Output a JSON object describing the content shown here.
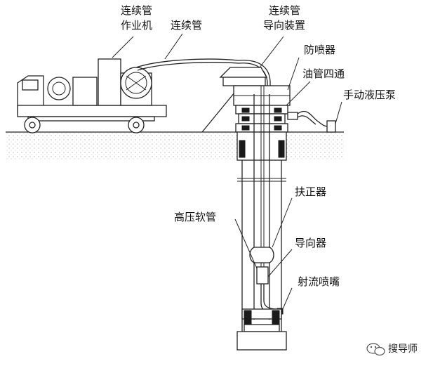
{
  "labels": {
    "coiled_tubing_unit_line1": "连续管",
    "coiled_tubing_unit_line2": "作业机",
    "coiled_tubing": "连续管",
    "guide_device_line1": "连续管",
    "guide_device_line2": "导向装置",
    "bop": "防喷器",
    "tubing_cross": "油管四通",
    "hand_pump": "手动液压泵",
    "centralizer": "扶正器",
    "hp_hose": "高压软管",
    "diverter": "导向器",
    "jet_nozzle": "射流喷嘴"
  },
  "watermark": {
    "text": "搜导师",
    "icon": "wechat-icon"
  }
}
